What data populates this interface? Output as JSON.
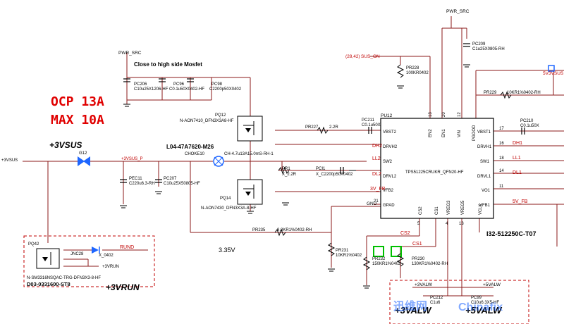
{
  "colors": {
    "wire": "#8b1a1a",
    "net": "#c00000",
    "component": "#000000",
    "title": "#e00000",
    "highlight": "#00c000",
    "box": "#1e66ff"
  },
  "annotations": {
    "ocp": "OCP 13A",
    "max": "MAX 10A",
    "close_high_side": "Close to high side Mosfet",
    "rail_3vsus": "+3VSUS",
    "rail_3vrun": "+3VRUN",
    "rail_3valw": "+3VALW",
    "rail_5valw": "+5VALW",
    "voltage_note": "3.35V",
    "watermark_cn": "迅维网",
    "watermark_en": "Chinafix"
  },
  "nets": {
    "pwr_src_left": "PWR_SRC",
    "pwr_src_right": "PWR_SRC",
    "sus_on": "SUS_ON",
    "sus_on_ref": "(28,42)",
    "in_3vsus": "+3VSUS",
    "p_3vsus": "+3VSUS_P",
    "v3vsus_out": "5V3VSUS",
    "dh2": "DH2",
    "ll2": "LL2",
    "dl2": "DL2",
    "fb3v": "3V_FB",
    "cs2": "CS2",
    "cs1": "CS1",
    "dh1": "DH1",
    "ll1": "LL1",
    "dl1": "DL1",
    "fb5v": "5V_FB",
    "rund": "RUND",
    "run_out": "+3VRUN",
    "gnd": "GND",
    "v3valw": "+3VALW",
    "v5valw": "+5VALW"
  },
  "components": {
    "pc206": {
      "ref": "PC206",
      "value": "C10u25X1206-HF"
    },
    "pc96": {
      "ref": "PC96",
      "value": "C0.1u50X0402-HF"
    },
    "pc98": {
      "ref": "PC98",
      "value": "C2200p50X0402"
    },
    "pq12": {
      "ref": "PQ12",
      "value": "N-AON7410_DFN3X3A8-HF"
    },
    "pq14": {
      "ref": "PQ14",
      "value": "N-AON7430_DFN3X3A-8-HF"
    },
    "pr227": {
      "ref": "PR227",
      "value": "2.2R"
    },
    "pc211": {
      "ref": "PC211",
      "value": "C0.1u50X"
    },
    "inductor": {
      "ref": "L04-47A7620-M26",
      "value": "CHOKE10",
      "part": "CH-4.7u13A15.0mS-RH-1"
    },
    "g12": {
      "ref": "G12"
    },
    "pec11": {
      "ref": "PEC11",
      "value": "C220u6.3-RH"
    },
    "pc207": {
      "ref": "PC207",
      "value": "C10u25X50805-HF"
    },
    "pr1": {
      "ref": "PR1",
      "value": "X_2.2R"
    },
    "pci1": {
      "ref": "PCI1",
      "value": "X_C2200p50X0402"
    },
    "pr235": {
      "ref": "PR235",
      "value": "8.8KR1%0402-RH"
    },
    "pr231": {
      "ref": "PR231",
      "value": "10KR1%0402"
    },
    "pr232": {
      "ref": "PR232",
      "value": "150KR1%0402"
    },
    "pr230": {
      "ref": "PR230",
      "value": "130KR1%0402-RH"
    },
    "pr228": {
      "ref": "PR228",
      "value": "100KR0402"
    },
    "pc209": {
      "ref": "PC209",
      "value": "C1u25X0805-RH"
    },
    "pr229": {
      "ref": "PR229",
      "value": "10KR1%0402-RH"
    },
    "pc210": {
      "ref": "PC210",
      "value": "C0.1u50X"
    },
    "pc212": {
      "ref": "PC212",
      "value": "C1u6"
    },
    "pc99": {
      "ref": "PC99",
      "value": "C10u6.3X5-HF"
    },
    "pq42": {
      "ref": "PQ42",
      "value": "N-SM3316NSQAC-TRG-DFN3X3-8-HF",
      "part": "D03-0331600-ST8"
    },
    "jnc28": {
      "ref": "JNC28"
    },
    "pd_0402": {
      "ref": "X_0402"
    },
    "ic_pu12": {
      "ref": "PU12",
      "part": "TPS51225CRUKR_QFN20-HF",
      "label": "I32-512250C-T07"
    }
  },
  "ic_pins": {
    "left": [
      {
        "num": "",
        "name": "VBST2"
      },
      {
        "num": "",
        "name": "DRVH2"
      },
      {
        "num": "",
        "name": "SW2"
      },
      {
        "num": "",
        "name": "DRVL2"
      },
      {
        "num": "",
        "name": "VFB2"
      },
      {
        "num": "21",
        "name": "GPAD"
      }
    ],
    "right": [
      {
        "num": "17",
        "name": "VBST1"
      },
      {
        "num": "16",
        "name": "DRVH1"
      },
      {
        "num": "18",
        "name": "SW1"
      },
      {
        "num": "14",
        "name": "DRVL1"
      },
      {
        "num": "11",
        "name": "VO1"
      },
      {
        "num": "",
        "name": "VFB1"
      }
    ],
    "top": [
      {
        "num": "13",
        "name": "EN2"
      },
      {
        "num": "20",
        "name": "EN1"
      },
      {
        "num": "12",
        "name": "VIN"
      },
      {
        "num": "",
        "name": "PGOOD"
      }
    ],
    "bottom": [
      {
        "num": "5",
        "name": "CS2"
      },
      {
        "num": "",
        "name": "CS1"
      },
      {
        "num": "4",
        "name": "VREG3"
      },
      {
        "num": "13",
        "name": "VREG5"
      },
      {
        "num": "",
        "name": "VCLK"
      }
    ]
  }
}
